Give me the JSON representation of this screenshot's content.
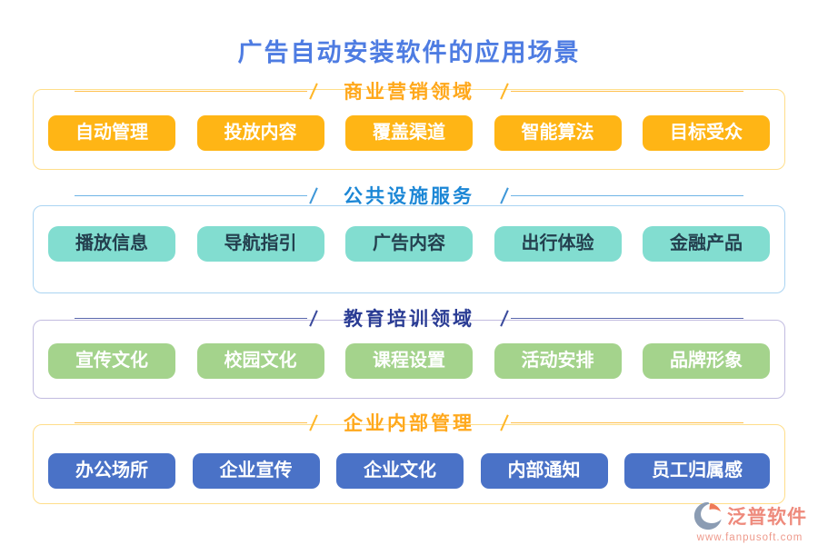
{
  "page": {
    "title": "广告自动安装软件的应用场景"
  },
  "sections": [
    {
      "title": "商业营销领域",
      "items": [
        "自动管理",
        "投放内容",
        "覆盖渠道",
        "智能算法",
        "目标受众"
      ]
    },
    {
      "title": "公共设施服务",
      "items": [
        "播放信息",
        "导航指引",
        "广告内容",
        "出行体验",
        "金融产品"
      ]
    },
    {
      "title": "教育培训领域",
      "items": [
        "宣传文化",
        "校园文化",
        "课程设置",
        "活动安排",
        "品牌形象"
      ]
    },
    {
      "title": "企业内部管理",
      "items": [
        "办公场所",
        "企业宣传",
        "企业文化",
        "内部通知",
        "员工归属感"
      ]
    }
  ],
  "footer": {
    "brand": "泛普软件",
    "url": "www.fanpusoft.com"
  },
  "colors": {
    "title_text": "#4e7ce2",
    "marketing_accent": "#ffa81c",
    "marketing_tag": "#ffb515",
    "marketing_box_border": "#ffde8a",
    "public_accent": "#1c87d6",
    "public_tag": "#82ddd0",
    "public_box_border": "#aad4f2",
    "education_accent": "#2a3c94",
    "education_tag": "#a4d38c",
    "education_box_border": "#c2bce0",
    "enterprise_accent": "#ffa81c",
    "enterprise_tag": "#4a72c7",
    "enterprise_box_border": "#ffde8a",
    "brand_text": "#ee8a7c"
  }
}
